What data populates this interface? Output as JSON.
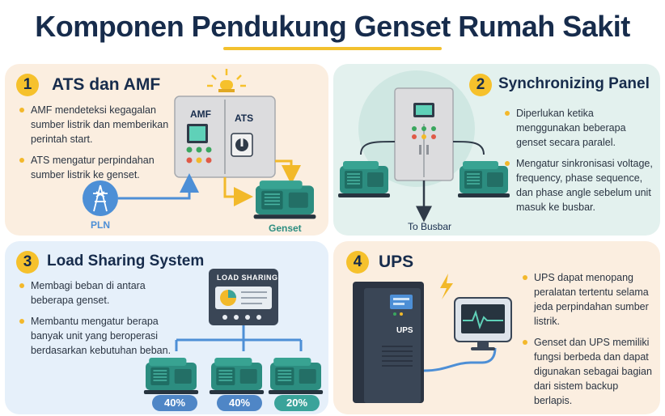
{
  "title": "Komponen Pendukung Genset Rumah Sakit",
  "panels": {
    "ats": {
      "number": "1",
      "title": "ATS dan AMF",
      "bullets": [
        "AMF mendeteksi kegagalan sumber listrik dan memberikan perintah start.",
        "ATS mengatur perpindahan sumber listrik ke genset."
      ],
      "amf_label": "AMF",
      "ats_label": "ATS",
      "pln_label": "PLN",
      "genset_label": "Genset"
    },
    "sync": {
      "number": "2",
      "title": "Synchronizing Panel",
      "bullets": [
        "Diperlukan ketika menggunakan beberapa genset secara paralel.",
        "Mengatur sinkronisasi voltage, frequency, phase sequence, dan phase angle sebelum unit masuk ke busbar."
      ],
      "busbar_label": "To Busbar"
    },
    "load": {
      "number": "3",
      "title": "Load Sharing System",
      "bullets": [
        "Membagi beban di antara beberapa genset.",
        "Membantu mengatur berapa banyak unit yang beroperasi berdasarkan kebutuhan beban."
      ],
      "controller_label": "LOAD SHARING",
      "shares": [
        "40%",
        "40%",
        "20%"
      ],
      "share_colors": [
        "#4f86c6",
        "#4f86c6",
        "#3aa39a"
      ]
    },
    "ups": {
      "number": "4",
      "title": "UPS",
      "bullets": [
        "UPS dapat menopang peralatan tertentu selama jeda perpindahan sumber listrik.",
        "Genset dan UPS memiliki fungsi berbeda dan dapat digunakan sebagai bagian dari sistem backup berlapis."
      ],
      "unit_label": "UPS"
    }
  },
  "colors": {
    "navy": "#172c4c",
    "accent": "#f3c12e",
    "genset_teal": "#2c8d80",
    "arrow_blue": "#4d8fd6",
    "arrow_yellow": "#f2b92a"
  }
}
